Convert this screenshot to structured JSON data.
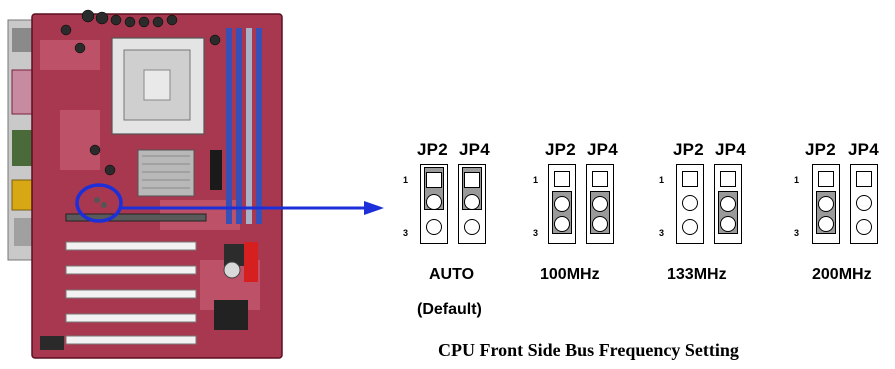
{
  "headers": {
    "auto": [
      "JP2",
      "JP4"
    ],
    "f100": [
      "JP2",
      "JP4"
    ],
    "f133": [
      "JP2",
      "JP4"
    ],
    "f200": [
      "JP2",
      "JP4"
    ]
  },
  "pin_labels": {
    "first": "1",
    "last": "3"
  },
  "settings": [
    {
      "label": "AUTO",
      "sublabel": "(Default)",
      "jp2": "1-2",
      "jp4": "1-2"
    },
    {
      "label": "100MHz",
      "jp2": "2-3",
      "jp4": "2-3"
    },
    {
      "label": "133MHz",
      "jp2": "open",
      "jp4": "2-3"
    },
    {
      "label": "200MHz",
      "jp2": "2-3",
      "jp4": "open"
    }
  ],
  "caption": "CPU Front Side Bus Frequency Setting",
  "colors": {
    "callout": "#1d2fd8",
    "jumper_cap": "#9a9a9a",
    "board": "#a8384f"
  }
}
